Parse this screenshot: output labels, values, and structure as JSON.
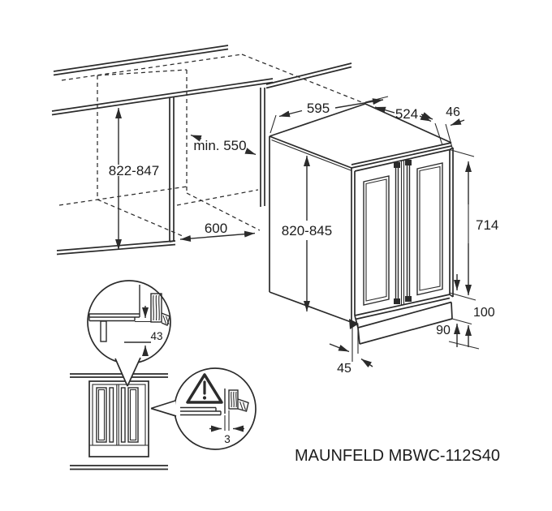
{
  "title": {
    "model_label": "MAUNFELD MBWC-112S40"
  },
  "dimensions": {
    "niche_height": "822-847",
    "niche_depth": "min. 550",
    "niche_width": "600",
    "unit_width": "595",
    "unit_depth": "524",
    "door_thickness": "46",
    "unit_height": "820-845",
    "door_front_height": "714",
    "base_height_max": "100",
    "base_height_min": "90",
    "plinth_recess": "45",
    "detail_top_clearance": "43",
    "detail_side_clearance": "3"
  },
  "icons": {
    "warning_icon": "exclamation-triangle"
  },
  "colors": {
    "line": "#2b2b2b",
    "background": "#ffffff",
    "text": "#1c1c1c"
  }
}
